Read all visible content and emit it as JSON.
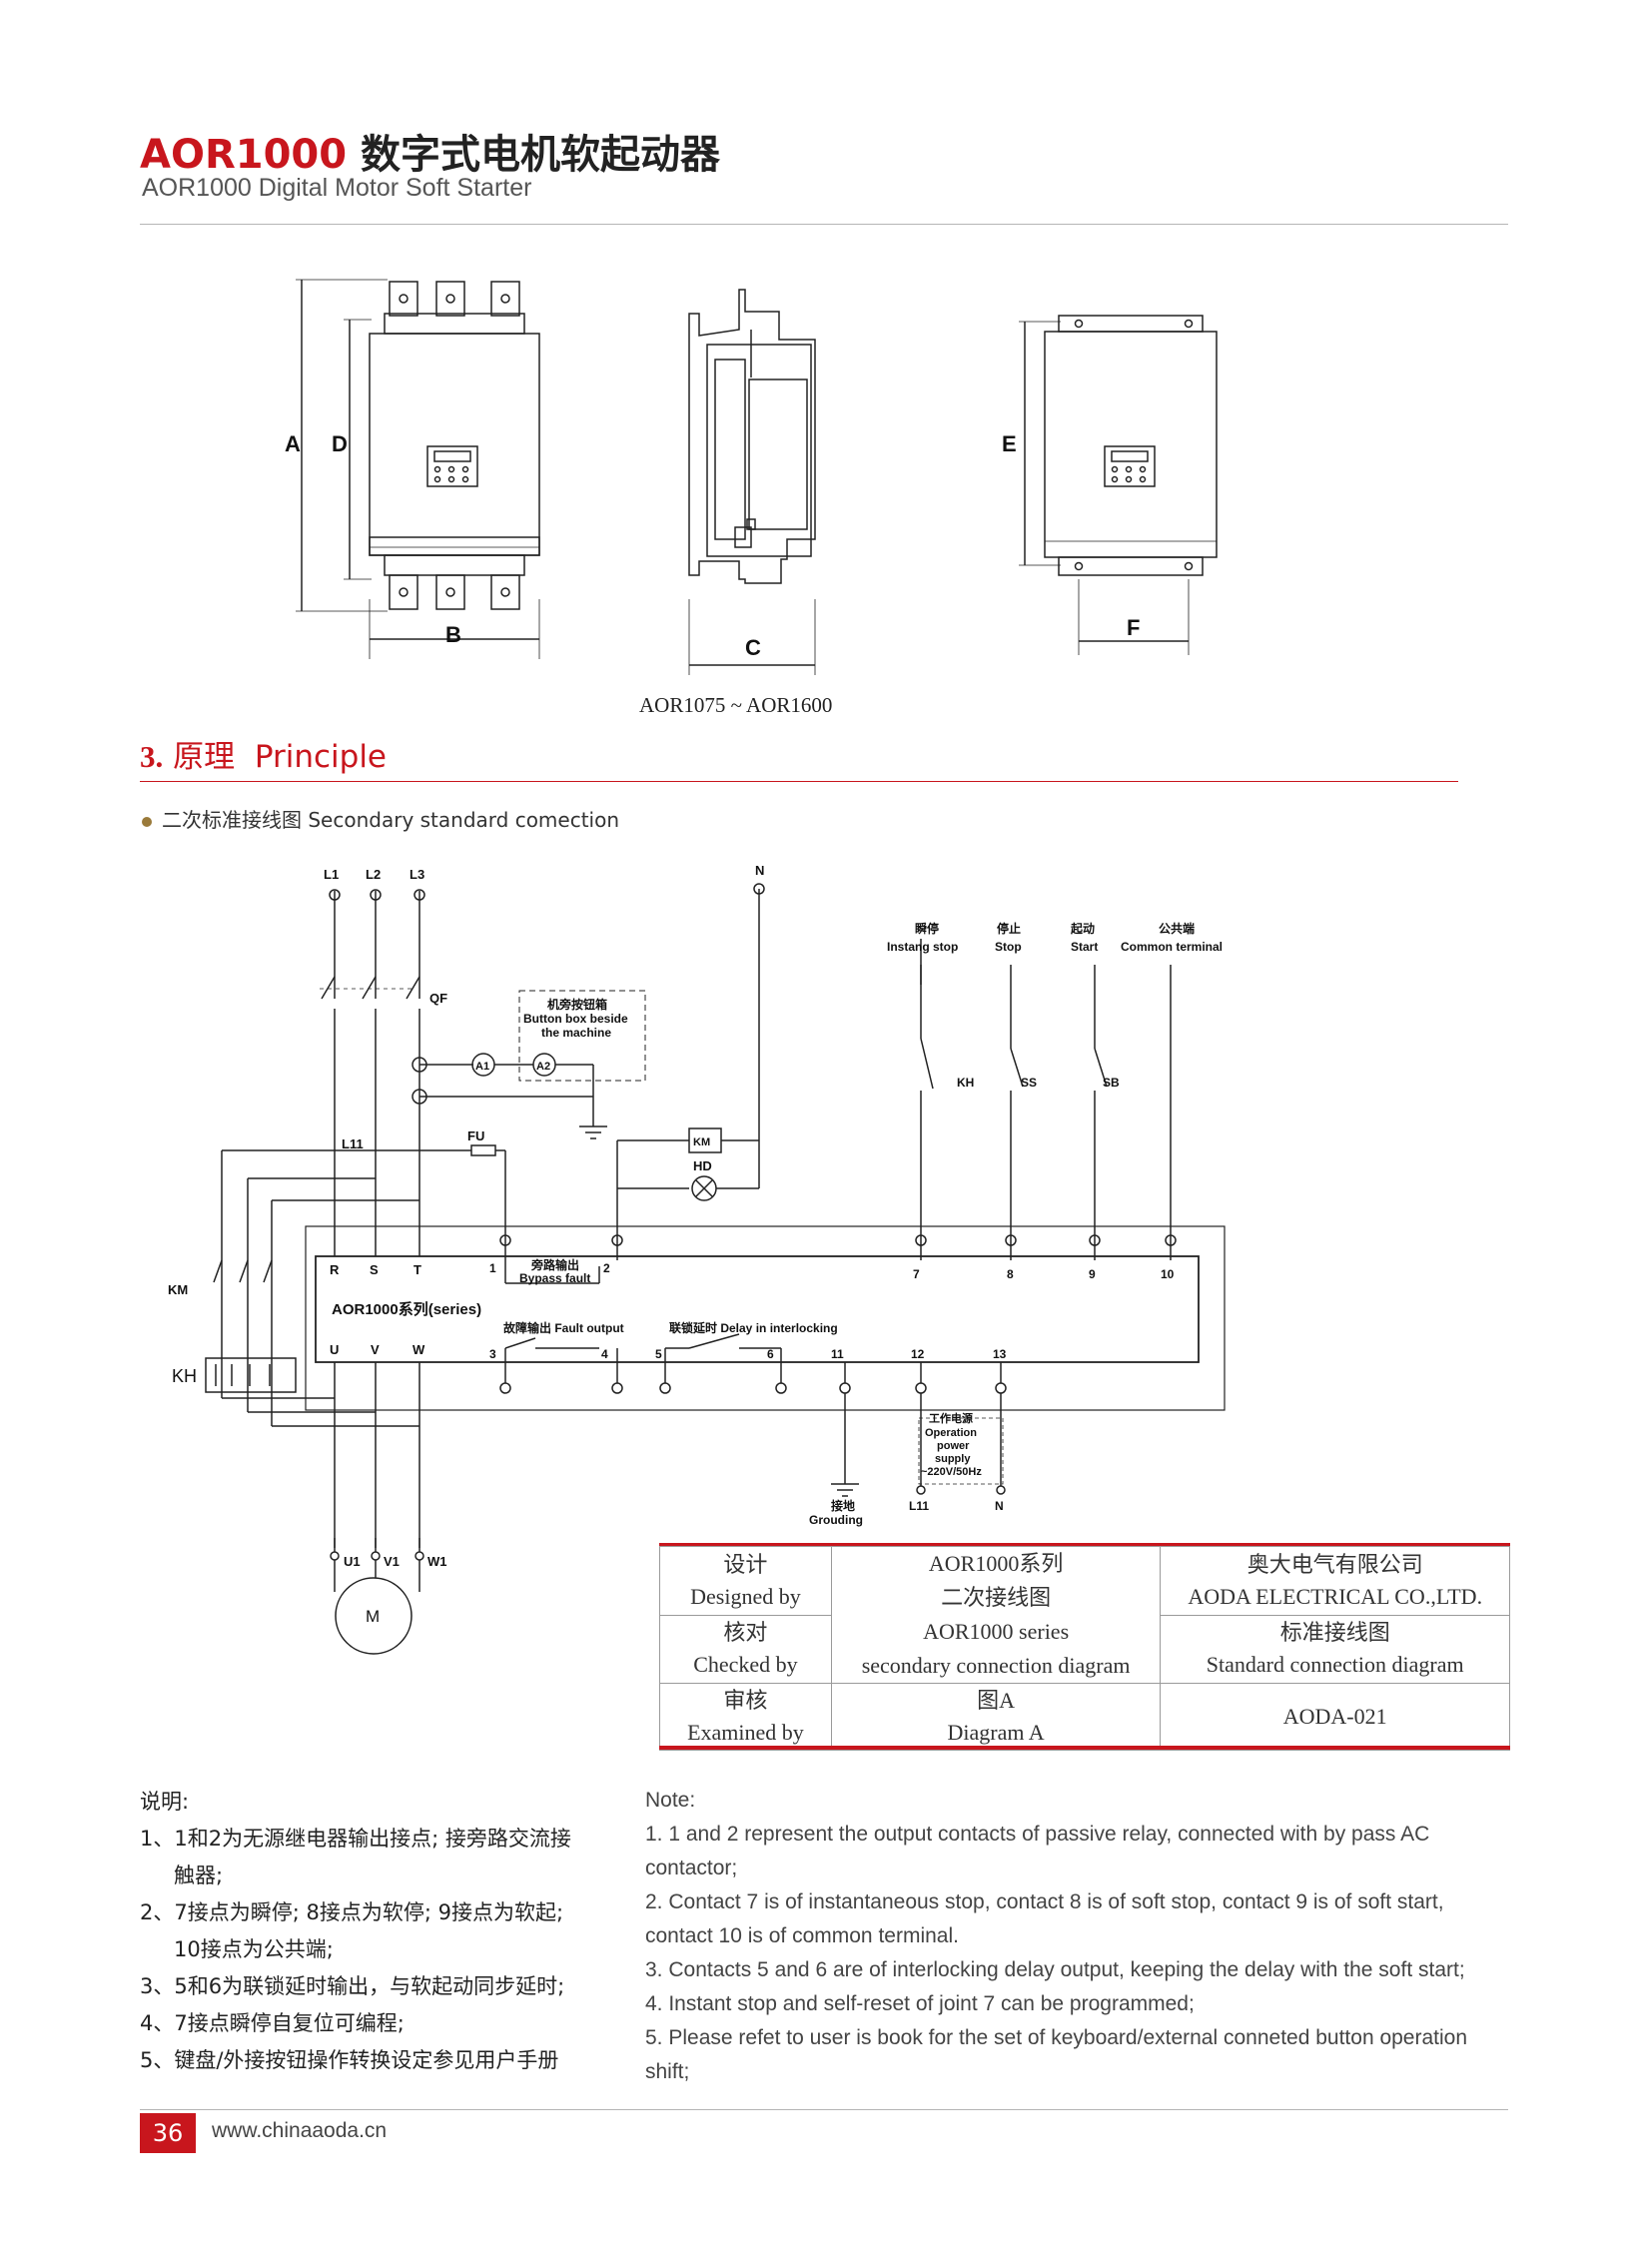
{
  "header": {
    "title_code": "AOR1000",
    "title_cn": "数字式电机软起动器",
    "subtitle": "AOR1000 Digital Motor Soft Starter"
  },
  "dimensions": {
    "labels": {
      "A": "A",
      "B": "B",
      "C": "C",
      "D": "D",
      "E": "E",
      "F": "F"
    },
    "model_range": "AOR1075 ~ AOR1600"
  },
  "section": {
    "number": "3.",
    "title_cn": "原理",
    "title_en": "Principle",
    "bullet_text": "二次标准接线图  Secondary standard comection"
  },
  "diagram": {
    "phases": [
      "L1",
      "L2",
      "L3"
    ],
    "neutral": "N",
    "qf": "QF",
    "button_box": {
      "cn": "机旁按钮箱",
      "en1": "Button box beside",
      "en2": "the machine"
    },
    "meters": [
      "A1",
      "A2"
    ],
    "l11": "L11",
    "fu": "FU",
    "km_coil": "KM",
    "hd": "HD",
    "km": "KM",
    "kh": "KH",
    "controls": [
      {
        "cn": "瞬停",
        "en": "Instang stop",
        "contact": "KH"
      },
      {
        "cn": "停止",
        "en": "Stop",
        "contact": "SS"
      },
      {
        "cn": "起动",
        "en": "Start",
        "contact": "SB"
      },
      {
        "cn": "公共端",
        "en": "Common terminal",
        "contact": ""
      }
    ],
    "rst": [
      "R",
      "S",
      "T"
    ],
    "uvw": [
      "U",
      "V",
      "W"
    ],
    "series_label": "AOR1000系列(series)",
    "bypass_cn": "旁路输出",
    "bypass_en": "Bypass fault",
    "fault_output": "故障输出 Fault output",
    "delay_interlock": "联锁延时 Delay in interlocking",
    "top_terminals": [
      "1",
      "2",
      "7",
      "8",
      "9",
      "10"
    ],
    "bottom_terminals": [
      "3",
      "4",
      "5",
      "6",
      "11",
      "12",
      "13"
    ],
    "power_supply": {
      "cn": "工作电源",
      "en1": "Operation",
      "en2": "power",
      "en3": "supply",
      "en4": "~220V/50Hz"
    },
    "power_l11": "L11",
    "power_n": "N",
    "grounding": {
      "cn": "接地",
      "en": "Grouding"
    },
    "motor_terminals": [
      "U1",
      "V1",
      "W1"
    ],
    "motor": "M"
  },
  "title_block": {
    "designed_cn": "设计",
    "designed_en": "Designed by",
    "checked_cn": "核对",
    "checked_en": "Checked by",
    "examined_cn": "审核",
    "examined_en": "Examined by",
    "series_cn": "AOR1000系列",
    "diagram_cn": "二次接线图",
    "series_en": "AOR1000 series",
    "diagram_en": "secondary connection diagram",
    "fig_cn": "图A",
    "fig_en": "Diagram A",
    "company_cn": "奥大电气有限公司",
    "company_en": "AODA ELECTRICAL CO.,LTD.",
    "std_cn": "标准接线图",
    "std_en": "Standard connection diagram",
    "doc_no": "AODA-021"
  },
  "notes_cn": {
    "heading": "说明:",
    "items": [
      [
        "1、1和2为无源继电器输出接点; 接旁路交流接",
        "触器;"
      ],
      [
        "2、7接点为瞬停; 8接点为软停; 9接点为软起;",
        "10接点为公共端;"
      ],
      [
        "3、5和6为联锁延时输出，与软起动同步延时;"
      ],
      [
        "4、7接点瞬停自复位可编程;"
      ],
      [
        "5、键盘/外接按钮操作转换设定参见用户手册"
      ]
    ]
  },
  "notes_en": {
    "heading": "Note:",
    "lines": [
      "1. 1 and 2 represent the output contacts of passive relay, connected with by pass AC",
      "contactor;",
      "2. Contact 7 is of instantaneous stop, contact 8 is of soft stop, contact 9 is of soft start,",
      "contact 10 is of common terminal.",
      "3. Contacts 5 and 6 are of interlocking delay output, keeping the delay with  the soft start;",
      "4. Instant stop and self-reset of joint 7 can be programmed;",
      "5. Please refet to user is book for the set of keyboard/external conneted button operation",
      "shift;"
    ]
  },
  "footer": {
    "page_number": "36",
    "website": "www.chinaaoda.cn"
  }
}
